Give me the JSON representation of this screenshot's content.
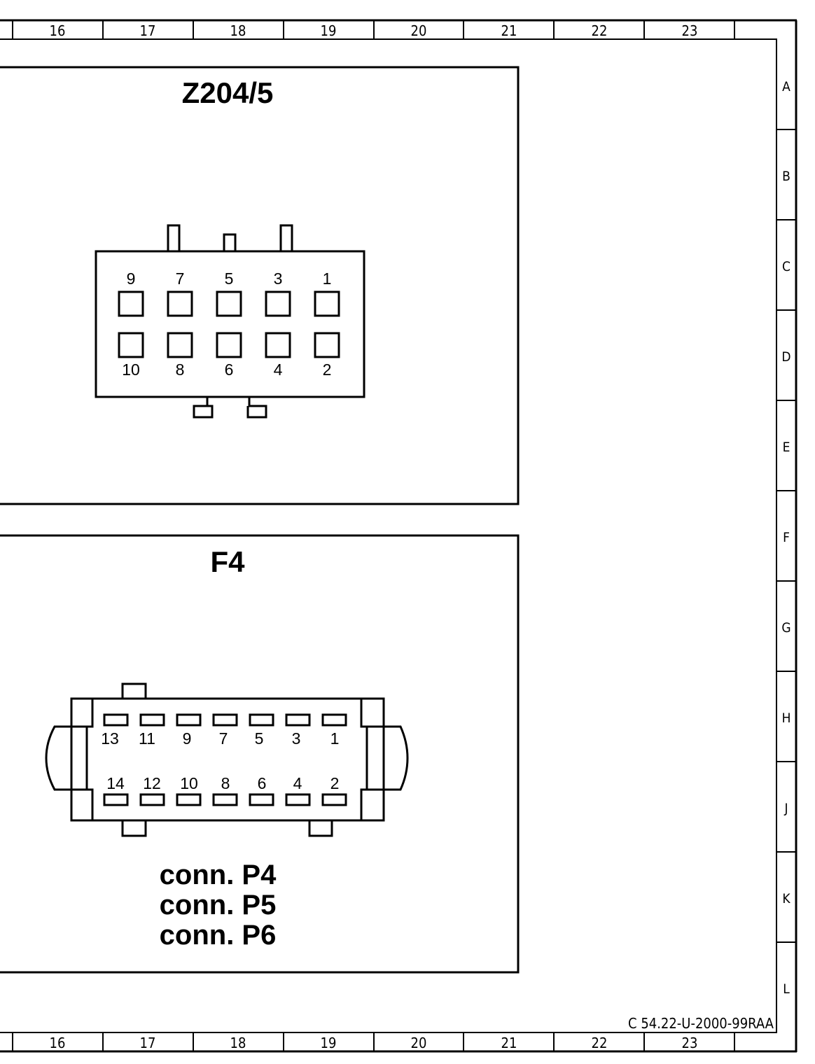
{
  "zones_top": [
    "16",
    "17",
    "18",
    "19",
    "20",
    "21",
    "22",
    "23"
  ],
  "zones_bottom": [
    "16",
    "17",
    "18",
    "19",
    "20",
    "21",
    "22",
    "23"
  ],
  "rows": [
    "A",
    "B",
    "C",
    "D",
    "E",
    "F",
    "G",
    "H",
    "J",
    "K",
    "L"
  ],
  "z204": {
    "title": "Z204/5",
    "pins_top": [
      "9",
      "7",
      "5",
      "3",
      "1"
    ],
    "pins_bottom": [
      "10",
      "8",
      "6",
      "4",
      "2"
    ]
  },
  "f4": {
    "title": "F4",
    "pins_top": [
      "13",
      "11",
      "9",
      "7",
      "5",
      "3",
      "1"
    ],
    "pins_bottom": [
      "14",
      "12",
      "10",
      "8",
      "6",
      "4",
      "2"
    ],
    "connectors": [
      "conn. P4",
      "conn. P5",
      "conn. P6"
    ]
  },
  "drawing_code": "C 54.22-U-2000-99RAA"
}
